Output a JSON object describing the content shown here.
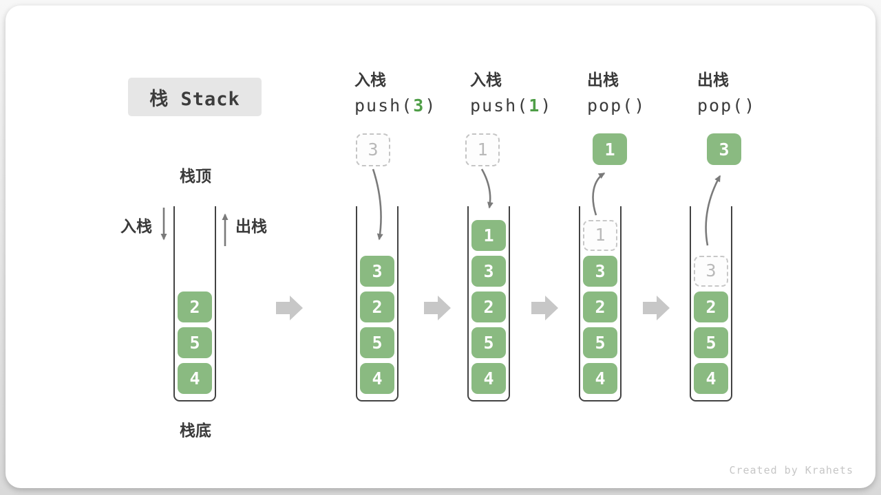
{
  "title": "栈 Stack",
  "watermark": "Created by Krahets",
  "colors": {
    "green_box": "#8aba81",
    "green_accent": "#4f9e47",
    "dark_text": "#3a3a3a",
    "arrow_gray": "#7a7a7a",
    "flow_arrow_gray": "#c7c7c7",
    "dashed_border": "#c4c4c4",
    "dashed_text": "#b8b8b8",
    "container_border": "#424242",
    "title_bg": "#e6e6e6"
  },
  "initial_column": {
    "top_label": "栈顶",
    "bottom_label": "栈底",
    "push_label": "入栈",
    "pop_label": "出栈",
    "stack": [
      {
        "value": "2",
        "style": "solid"
      },
      {
        "value": "5",
        "style": "solid"
      },
      {
        "value": "4",
        "style": "solid"
      }
    ]
  },
  "operations": [
    {
      "op_label": "入栈",
      "code_pre": "push(",
      "code_arg": "3",
      "code_post": ")",
      "float_box": {
        "value": "3",
        "style": "dashed"
      },
      "stack": [
        {
          "value": "3",
          "style": "solid"
        },
        {
          "value": "2",
          "style": "solid"
        },
        {
          "value": "5",
          "style": "solid"
        },
        {
          "value": "4",
          "style": "solid"
        }
      ]
    },
    {
      "op_label": "入栈",
      "code_pre": "push(",
      "code_arg": "1",
      "code_post": ")",
      "float_box": {
        "value": "1",
        "style": "dashed"
      },
      "stack": [
        {
          "value": "1",
          "style": "solid"
        },
        {
          "value": "3",
          "style": "solid"
        },
        {
          "value": "2",
          "style": "solid"
        },
        {
          "value": "5",
          "style": "solid"
        },
        {
          "value": "4",
          "style": "solid"
        }
      ]
    },
    {
      "op_label": "出栈",
      "code_pre": "pop()",
      "code_arg": "",
      "code_post": "",
      "float_box": {
        "value": "1",
        "style": "solid"
      },
      "stack": [
        {
          "value": "1",
          "style": "dashed"
        },
        {
          "value": "3",
          "style": "solid"
        },
        {
          "value": "2",
          "style": "solid"
        },
        {
          "value": "5",
          "style": "solid"
        },
        {
          "value": "4",
          "style": "solid"
        }
      ]
    },
    {
      "op_label": "出栈",
      "code_pre": "pop()",
      "code_arg": "",
      "code_post": "",
      "float_box": {
        "value": "3",
        "style": "solid"
      },
      "stack": [
        {
          "value": "3",
          "style": "dashed"
        },
        {
          "value": "2",
          "style": "solid"
        },
        {
          "value": "5",
          "style": "solid"
        },
        {
          "value": "4",
          "style": "solid"
        }
      ]
    }
  ]
}
